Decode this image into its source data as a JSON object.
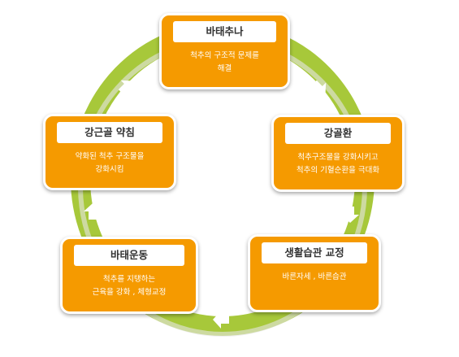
{
  "colors": {
    "ring": "#a7c83a",
    "ring_inner": "#ffffff",
    "card": "#f59a00",
    "title_bg": "#ffffff",
    "title_text": "#333333",
    "desc_text": "#ffffff",
    "arrow": "#ffffff"
  },
  "steps": [
    {
      "title": "바태추나",
      "desc": [
        "척추의 구조적 문제를",
        "해결"
      ]
    },
    {
      "title": "강골환",
      "desc": [
        "척추구조물을 강화시키고",
        "척추의 기혈순환을 극대화"
      ]
    },
    {
      "title": "생활습관 교정",
      "desc": [
        "바른자세 , 바른습관"
      ]
    },
    {
      "title": "바태운동",
      "desc": [
        "척추를 지탱하는",
        "근육을 강화 , 체형교정"
      ]
    },
    {
      "title": "강근골 약침",
      "desc": [
        "약화된 척추 구조물을",
        "강화시킴"
      ]
    }
  ],
  "arrows": [
    {
      "icon": "arrow-down-right-icon"
    },
    {
      "icon": "arrow-down-icon"
    },
    {
      "icon": "arrow-left-icon"
    },
    {
      "icon": "arrow-up-icon"
    },
    {
      "icon": "arrow-up-right-icon"
    }
  ]
}
